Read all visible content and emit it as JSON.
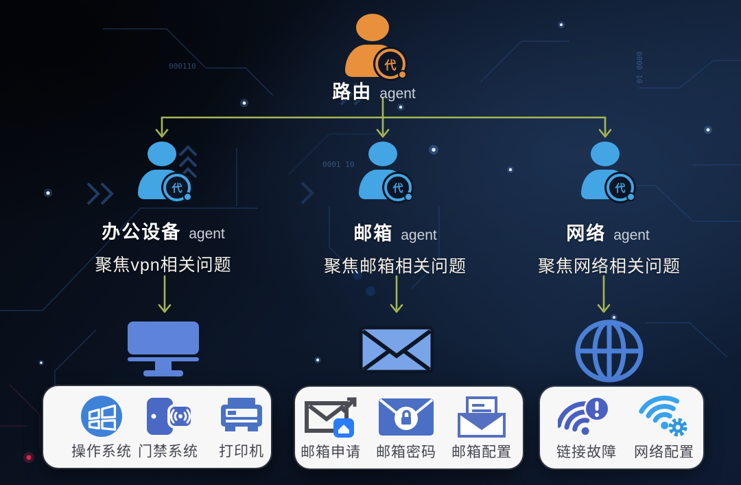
{
  "badge_char": "代",
  "root_agent": {
    "name": "路由",
    "suffix": "agent"
  },
  "agents": [
    {
      "name": "办公设备",
      "suffix": "agent",
      "focus": "聚焦vpn相关问题",
      "device_icon": "monitor-icon"
    },
    {
      "name": "邮箱",
      "suffix": "agent",
      "focus": "聚焦邮箱相关问题",
      "device_icon": "envelope-icon"
    },
    {
      "name": "网络",
      "suffix": "agent",
      "focus": "聚焦网络相关问题",
      "device_icon": "globe-icon"
    }
  ],
  "groups": [
    {
      "name": "office-devices",
      "items": [
        {
          "label": "操作系统",
          "icon": "windows-icon"
        },
        {
          "label": "门禁系统",
          "icon": "door-access-icon"
        },
        {
          "label": "打印机",
          "icon": "printer-icon"
        }
      ]
    },
    {
      "name": "mailbox-tasks",
      "items": [
        {
          "label": "邮箱申请",
          "icon": "mail-apply-icon"
        },
        {
          "label": "邮箱密码",
          "icon": "mail-password-icon"
        },
        {
          "label": "邮箱配置",
          "icon": "mail-config-icon"
        }
      ]
    },
    {
      "name": "network-tasks",
      "items": [
        {
          "label": "链接故障",
          "icon": "wifi-fault-icon"
        },
        {
          "label": "网络配置",
          "icon": "wifi-config-icon"
        }
      ]
    }
  ],
  "background": {
    "binary_snippets": [
      "000110",
      "0001 10",
      "0000 10"
    ]
  },
  "colors": {
    "root_agent": "#e8903c",
    "sub_agent": "#44a5e4",
    "connector": "#a6b754",
    "device_blue": "#5d84da",
    "panel_bg": "#f7f7f8",
    "panel_label": "#45464e"
  }
}
